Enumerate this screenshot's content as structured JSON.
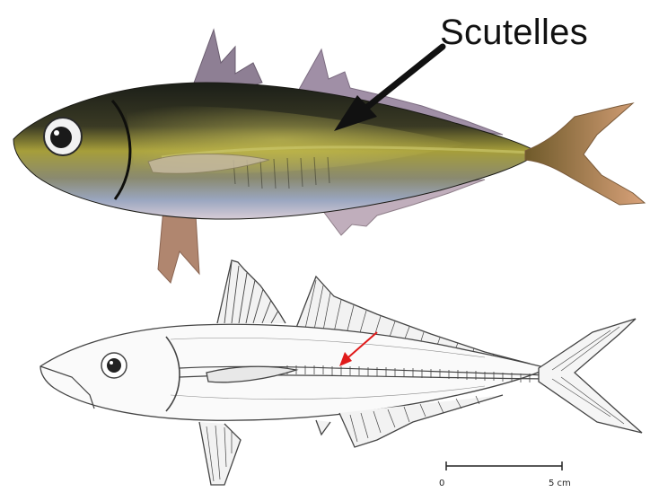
{
  "annotation": {
    "label": "Scutelles"
  },
  "scale_bar": {
    "start_label": "0",
    "end_label": "5 cm"
  },
  "colors": {
    "photo_body_dark": "#1e211b",
    "photo_body_gold": "#a69e3a",
    "photo_fins": "#b08f9a",
    "photo_tail": "#c8956a",
    "arrow_black": "#111111",
    "arrow_red": "#e01a1a",
    "drawing_line": "#444444"
  }
}
